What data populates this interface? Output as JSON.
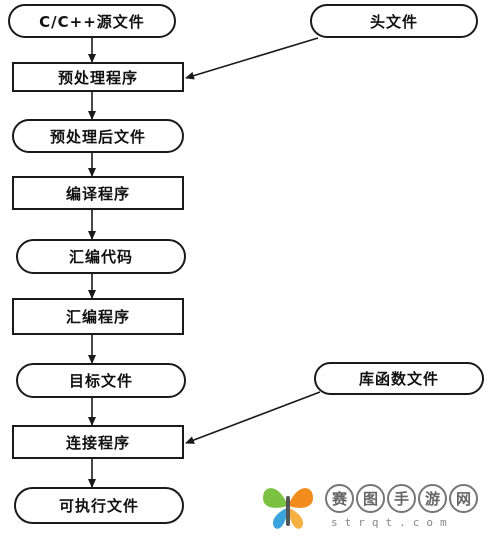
{
  "nodes": {
    "source_file": "C/C++源文件",
    "header_file": "头文件",
    "preprocessor": "预处理程序",
    "preprocessed_file": "预处理后文件",
    "compiler": "编译程序",
    "assembly_code": "汇编代码",
    "assembler": "汇编程序",
    "object_file": "目标文件",
    "library_file": "库函数文件",
    "linker": "连接程序",
    "executable": "可执行文件"
  },
  "watermark": {
    "chars": [
      "赛",
      "图",
      "手",
      "游",
      "网"
    ],
    "url": "strqt.com",
    "colors": {
      "logo_green": "#7cc242",
      "logo_orange": "#f28c1c",
      "logo_blue": "#3aa3dc"
    }
  }
}
